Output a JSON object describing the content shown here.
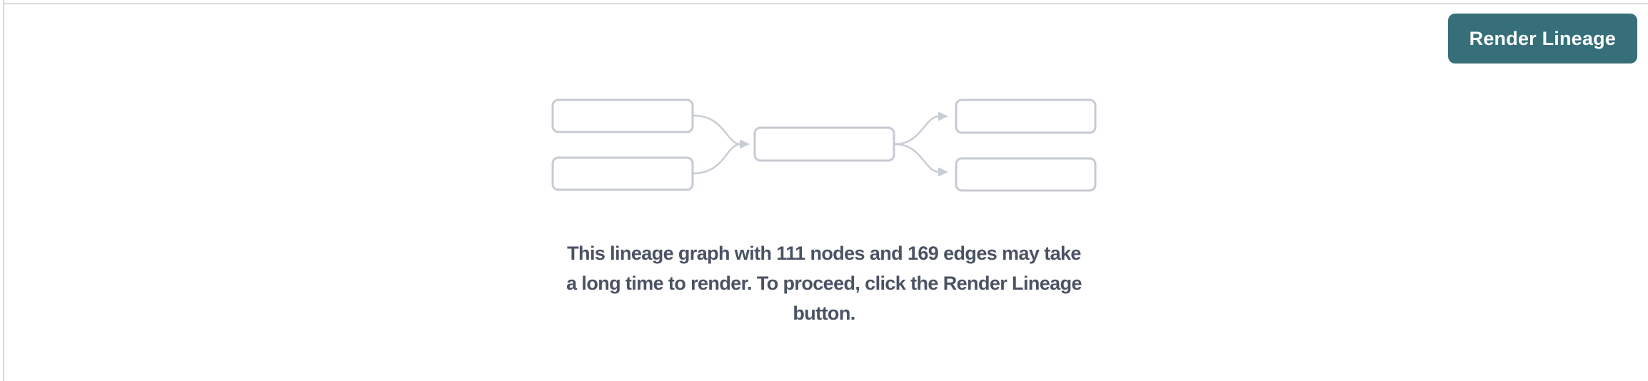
{
  "panel": {
    "render_button_label": "Render Lineage",
    "message_lines": [
      "This lineage graph with 111 nodes and 169 edges may take",
      "a long time to render. To proceed, click the Render Lineage",
      "button."
    ],
    "message_full": "This lineage graph with 111 nodes and 169 edges may take a long time to render. To proceed, click the Render Lineage button.",
    "graph_stats": {
      "nodes": 111,
      "edges": 169
    },
    "colors": {
      "button_background": "#366f7a",
      "button_text": "#ffffff",
      "message_text": "#4a5263",
      "node_border": "#c6cad3",
      "edge_stroke": "#c8ccd5",
      "divider": "#d9d9dd",
      "background": "#ffffff"
    }
  }
}
